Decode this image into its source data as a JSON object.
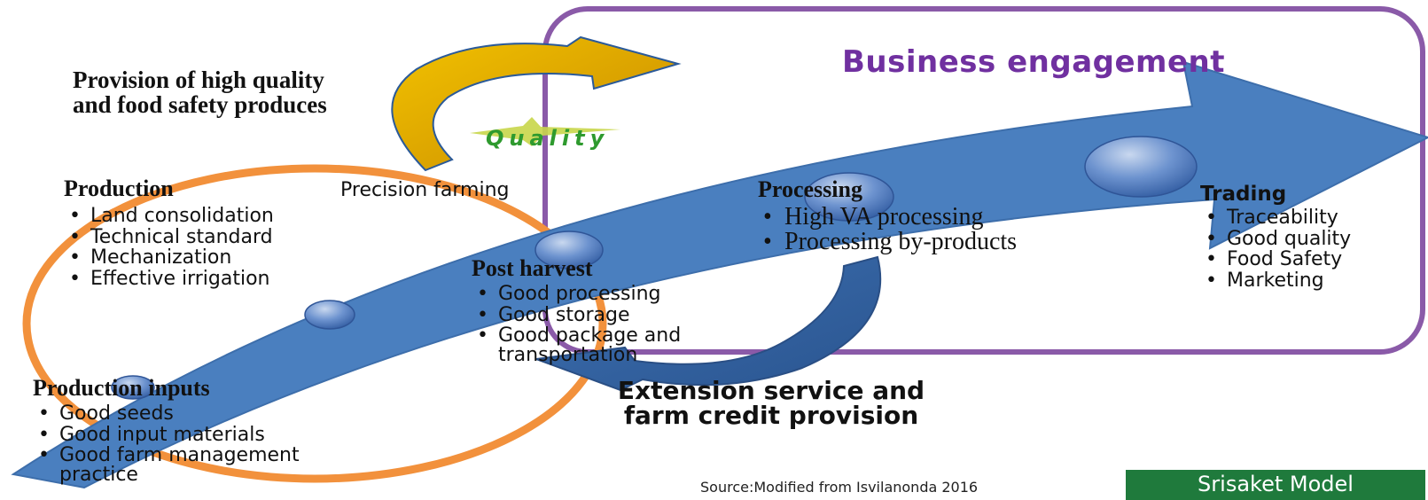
{
  "colors": {
    "business_box": "#8a5aa8",
    "business_title": "#7030a0",
    "orange_circle": "#f2913c",
    "arrow_blue": "#4a7fbf",
    "curl_gold": "#e0a400",
    "model_green": "#1f7a3c"
  },
  "business_title": "Business engagement",
  "provision": {
    "line1": "Provision of high quality",
    "line2": "and food safety produces"
  },
  "quality_logo": "Quality",
  "precision_label": "Precision farming",
  "production": {
    "heading": "Production",
    "items": [
      "Land consolidation",
      "Technical standard",
      "Mechanization",
      "Effective irrigation"
    ]
  },
  "post_harvest": {
    "heading": "Post harvest",
    "items": [
      "Good processing",
      "Good storage",
      "Good package and",
      "transportation"
    ]
  },
  "processing": {
    "heading": "Processing",
    "items": [
      "High VA processing",
      "Processing by-products"
    ]
  },
  "trading": {
    "heading": "Trading",
    "items": [
      "Traceability",
      "Good quality",
      "Food Safety",
      "Marketing"
    ]
  },
  "production_inputs": {
    "heading": "Production inputs",
    "items": [
      "Good seeds",
      "Good input materials",
      "Good farm management",
      "practice"
    ]
  },
  "extension": {
    "line1": "Extension service and",
    "line2": "farm credit provision"
  },
  "source": "Source:Modified from Isvilanonda 2016",
  "model_label": "Srisaket Model"
}
